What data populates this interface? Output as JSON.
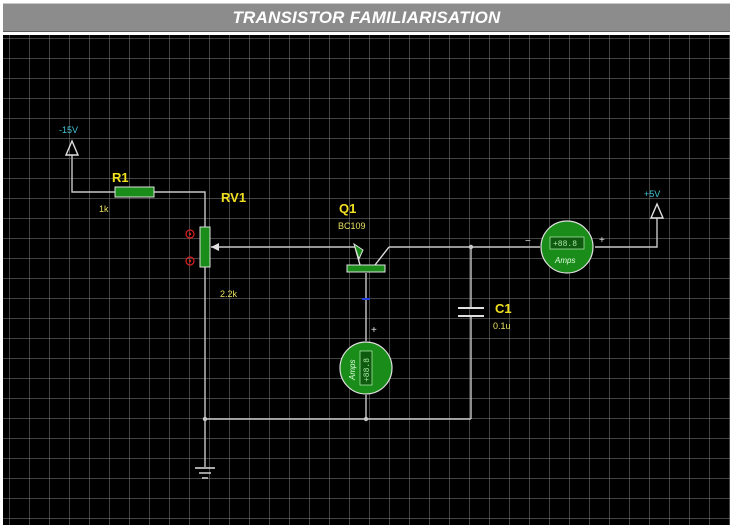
{
  "window": {
    "title": "TRANSISTOR FAMILIARISATION"
  },
  "colors": {
    "wire": "#c8c8c8",
    "component_fill": "#1a8c1a",
    "label": "#f0e020",
    "rail": "#40c8d8",
    "grid": "#787878"
  },
  "components": {
    "supply_neg": {
      "label": "-15V",
      "icon": "power-terminal-icon"
    },
    "supply_pos": {
      "label": "+5V",
      "icon": "power-terminal-icon"
    },
    "r1": {
      "ref": "R1",
      "value": "1k"
    },
    "rv1": {
      "ref": "RV1",
      "value": "2.2k"
    },
    "q1": {
      "ref": "Q1",
      "value": "BC109"
    },
    "c1": {
      "ref": "C1",
      "value": "0.1u"
    },
    "ammeter_collector": {
      "unit": "Amps",
      "display": "+88.8",
      "minus": "−",
      "plus": "+"
    },
    "ammeter_base": {
      "unit": "Amps",
      "display": "+88.8",
      "plus": "+"
    },
    "ground": {
      "icon": "ground-icon"
    }
  }
}
